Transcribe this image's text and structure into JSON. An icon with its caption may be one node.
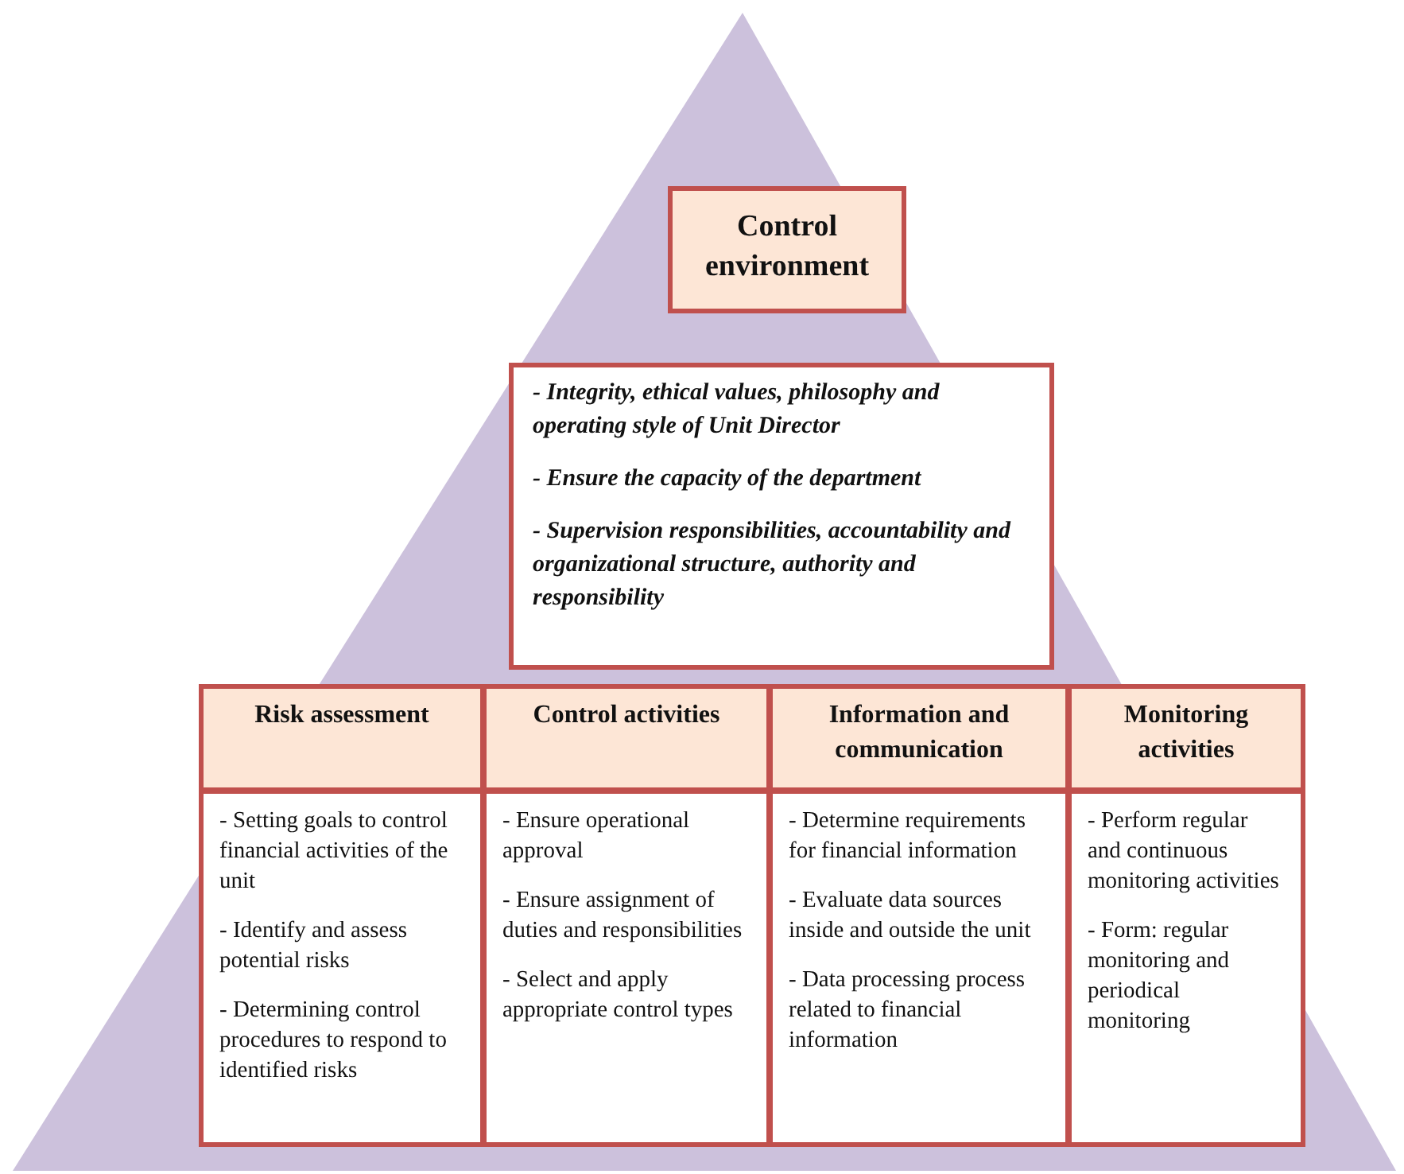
{
  "diagram": {
    "nodes": [
      {
        "text": [
          "Control environment"
        ]
      },
      {
        "text": [
          "- Integrity, ethical values, philosophy and operating style of Unit Director",
          "- Ensure the capacity of the department",
          "- Supervision responsibilities, accountability and organizational structure, authority and responsibility"
        ]
      },
      {
        "text": [
          "Risk assessment"
        ]
      },
      {
        "text": [
          "Control activities"
        ]
      },
      {
        "text": [
          "Information and communication"
        ]
      },
      {
        "text": [
          "Monitoring activities"
        ]
      },
      {
        "text": [
          "- Setting goals to control financial activities of the unit",
          "- Identify and assess potential risks",
          "- Determining control procedures to respond to identified risks"
        ]
      },
      {
        "text": [
          "- Ensure operational approval",
          "- Ensure assignment of duties and responsibilities",
          "- Select and apply appropriate control types"
        ]
      },
      {
        "text": [
          "- Determine requirements for financial information",
          "- Evaluate data sources inside and outside the unit",
          "- Data processing process related to financial information"
        ]
      },
      {
        "text": [
          "- Perform regular and continuous monitoring activities",
          "- Form: regular monitoring and periodical monitoring"
        ]
      }
    ],
    "edges": []
  }
}
